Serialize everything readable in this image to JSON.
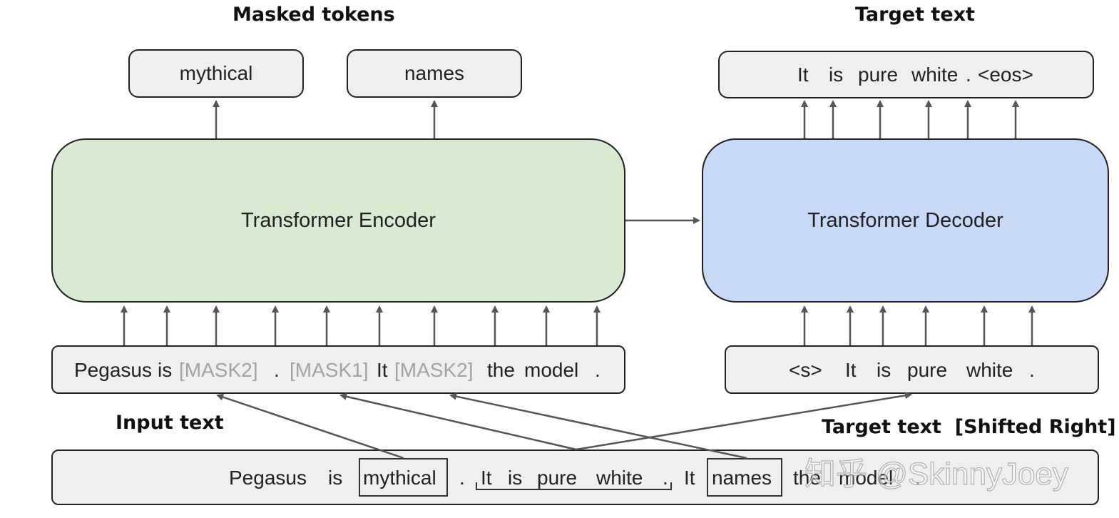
{
  "titles": {
    "masked_tokens": "Masked tokens",
    "target_text": "Target text",
    "input_text": "Input text",
    "target_shifted": "Target text  [Shifted Right]"
  },
  "masked_outputs": [
    "mythical",
    "names"
  ],
  "target_output": [
    "It",
    "is",
    "pure",
    "white",
    ".",
    "<eos>"
  ],
  "encoder_label": "Transformer Encoder",
  "decoder_label": "Transformer Decoder",
  "encoder_input": [
    "Pegasus",
    "is",
    "[MASK2]",
    ".",
    "[MASK1]",
    "It",
    "[MASK2]",
    "the",
    "model",
    "."
  ],
  "decoder_input": [
    "<s>",
    "It",
    "is",
    "pure",
    "white",
    "."
  ],
  "source_text": [
    "Pegasus",
    "is",
    "mythical",
    ".",
    "It",
    "is",
    "pure",
    "white",
    ".",
    "It",
    "names",
    "the",
    "model",
    "."
  ],
  "watermark": "知乎 @SkinnyJoey",
  "colors": {
    "encoder_fill": "#d9ead3",
    "decoder_fill": "#c9daf8",
    "box_fill": "#efefef",
    "mask_text": "#a3a3a3",
    "arrow": "#555555"
  }
}
